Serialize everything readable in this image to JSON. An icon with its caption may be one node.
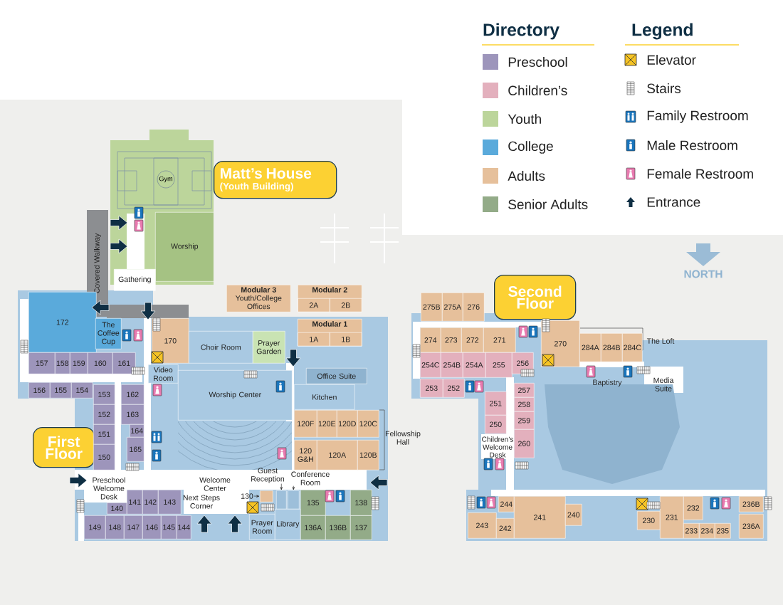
{
  "diagram": {
    "nodes": [
      {
        "text": [
          "Matt’s House",
          "(Youth Building)"
        ]
      },
      {
        "text": [
          "Gym"
        ]
      },
      {
        "text": [
          "Worship"
        ]
      },
      {
        "text": [
          "Gathering"
        ]
      },
      {
        "text": [
          "Covered Walkway"
        ]
      },
      {
        "text": [
          "Modular 3",
          "Youth/College Offices"
        ]
      },
      {
        "text": [
          "Modular 2"
        ]
      },
      {
        "text": [
          "2A"
        ],
        "in": 6
      },
      {
        "text": [
          "2B"
        ],
        "in": 6
      },
      {
        "text": [
          "Modular 1"
        ]
      },
      {
        "text": [
          "1A"
        ],
        "in": 9
      },
      {
        "text": [
          "1B"
        ],
        "in": 9
      },
      {
        "text": [
          "First Floor"
        ]
      },
      {
        "text": [
          "172"
        ]
      },
      {
        "text": [
          "The Coffee Cup"
        ]
      },
      {
        "text": [
          "170"
        ]
      },
      {
        "text": [
          "Choir Room"
        ]
      },
      {
        "text": [
          "Prayer Garden"
        ]
      },
      {
        "text": [
          "Video Room"
        ]
      },
      {
        "text": [
          "Worship Center"
        ]
      },
      {
        "text": [
          "Office Suite"
        ]
      },
      {
        "text": [
          "Kitchen"
        ]
      },
      {
        "text": [
          "120F"
        ]
      },
      {
        "text": [
          "120E"
        ]
      },
      {
        "text": [
          "120D"
        ]
      },
      {
        "text": [
          "120C"
        ]
      },
      {
        "text": [
          "120 G&H"
        ]
      },
      {
        "text": [
          "120A"
        ]
      },
      {
        "text": [
          "120B"
        ]
      },
      {
        "text": [
          "157"
        ]
      },
      {
        "text": [
          "158"
        ]
      },
      {
        "text": [
          "159"
        ]
      },
      {
        "text": [
          "160"
        ]
      },
      {
        "text": [
          "161"
        ]
      },
      {
        "text": [
          "156"
        ]
      },
      {
        "text": [
          "155"
        ]
      },
      {
        "text": [
          "154"
        ]
      },
      {
        "text": [
          "153"
        ]
      },
      {
        "text": [
          "152"
        ]
      },
      {
        "text": [
          "151"
        ]
      },
      {
        "text": [
          "150"
        ]
      },
      {
        "text": [
          "162"
        ]
      },
      {
        "text": [
          "163"
        ]
      },
      {
        "text": [
          "164"
        ]
      },
      {
        "text": [
          "165"
        ]
      },
      {
        "text": [
          "140"
        ]
      },
      {
        "text": [
          "141"
        ]
      },
      {
        "text": [
          "142"
        ]
      },
      {
        "text": [
          "143"
        ]
      },
      {
        "text": [
          "149"
        ]
      },
      {
        "text": [
          "148"
        ]
      },
      {
        "text": [
          "147"
        ]
      },
      {
        "text": [
          "146"
        ]
      },
      {
        "text": [
          "145"
        ]
      },
      {
        "text": [
          "144"
        ]
      },
      {
        "text": [
          "130"
        ]
      },
      {
        "text": [],
        "shape": "box"
      },
      {
        "text": [
          "Guest Reception"
        ]
      },
      {
        "text": [],
        "shape": "box"
      },
      {
        "text": [
          "Conference Room"
        ]
      },
      {
        "text": [],
        "shape": "box"
      },
      {
        "text": [
          "Prayer Room"
        ]
      },
      {
        "text": [
          "Library"
        ]
      },
      {
        "text": [
          "135"
        ]
      },
      {
        "text": [
          "136A"
        ]
      },
      {
        "text": [
          "136B"
        ]
      },
      {
        "text": [
          "137"
        ]
      },
      {
        "text": [
          "138"
        ]
      },
      {
        "text": [
          "Second Floor"
        ]
      },
      {
        "text": [
          "275B"
        ]
      },
      {
        "text": [
          "275A"
        ]
      },
      {
        "text": [
          "276"
        ]
      },
      {
        "text": [
          "274"
        ]
      },
      {
        "text": [
          "273"
        ]
      },
      {
        "text": [
          "272"
        ]
      },
      {
        "text": [
          "271"
        ]
      },
      {
        "text": [
          "270"
        ]
      },
      {
        "text": [
          "284A"
        ]
      },
      {
        "text": [
          "284B"
        ]
      },
      {
        "text": [
          "284C"
        ]
      },
      {
        "text": [
          "254C"
        ]
      },
      {
        "text": [
          "254B"
        ]
      },
      {
        "text": [
          "254A"
        ]
      },
      {
        "text": [
          "255"
        ]
      },
      {
        "text": [
          "256"
        ]
      },
      {
        "text": [
          "253"
        ]
      },
      {
        "text": [
          "252"
        ]
      },
      {
        "text": [
          "251"
        ]
      },
      {
        "text": [
          "250"
        ]
      },
      {
        "text": [
          "257"
        ]
      },
      {
        "text": [
          "258"
        ]
      },
      {
        "text": [
          "259"
        ]
      },
      {
        "text": [
          "260"
        ]
      },
      {
        "text": [
          "244"
        ]
      },
      {
        "text": [
          "243"
        ]
      },
      {
        "text": [
          "242"
        ]
      },
      {
        "text": [
          "241"
        ]
      },
      {
        "text": [
          "240"
        ]
      },
      {
        "text": [
          "230"
        ]
      },
      {
        "text": [
          "231"
        ]
      },
      {
        "text": [
          "232"
        ]
      },
      {
        "text": [
          "233"
        ]
      },
      {
        "text": [
          "234"
        ]
      },
      {
        "text": [
          "235"
        ]
      },
      {
        "text": [
          "236B"
        ]
      },
      {
        "text": [
          "236A"
        ]
      }
    ],
    "edges": [
      {
        "from": 55,
        "to": 56,
        "arrow": "to"
      },
      {
        "from": 57,
        "to": 58,
        "arrow": "to"
      },
      {
        "from": 59,
        "to": 60,
        "arrow": "to"
      }
    ],
    "labels": [
      "Directory",
      "Legend",
      "NORTH",
      "The Loft",
      "Baptistry",
      "Media Suite",
      "Fellowship Hall",
      "Children’s Welcome Desk",
      "Welcome Center",
      "Preschool Welcome Desk",
      "Next Steps Corner"
    ],
    "legend": [
      {
        "text": "Preschool",
        "color": "#9d95bb"
      },
      {
        "text": "Children’s",
        "color": "#e3b0bd"
      },
      {
        "text": "Youth",
        "color": "#bcd59b"
      },
      {
        "text": "College",
        "color": "#5aaadb"
      },
      {
        "text": "Adults",
        "color": "#e6c09b"
      },
      {
        "text": "Senior Adults",
        "color": "#93ab88"
      },
      {
        "text": "Elevator"
      },
      {
        "text": "Stairs"
      },
      {
        "text": "Family Restroom"
      },
      {
        "text": "Male Restroom"
      },
      {
        "text": "Female Restroom"
      },
      {
        "text": "Entrance"
      }
    ]
  }
}
